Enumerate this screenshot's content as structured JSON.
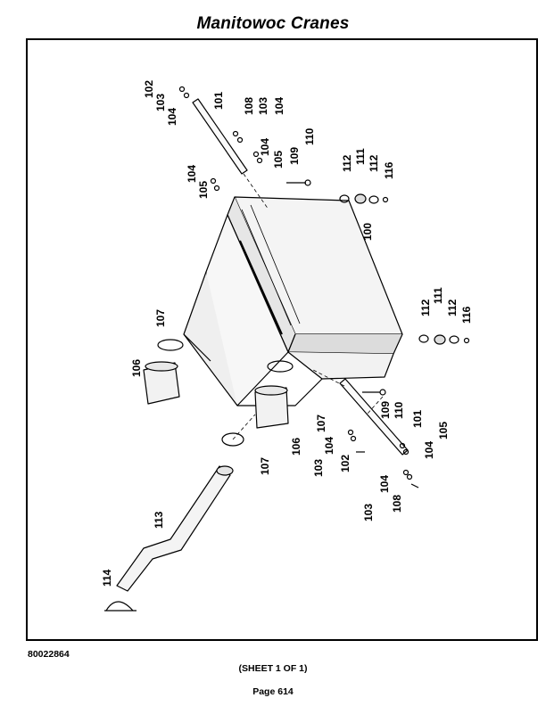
{
  "header": {
    "title": "Manitowoc Cranes"
  },
  "diagram": {
    "callouts": [
      {
        "text": "102"
      },
      {
        "text": "103"
      },
      {
        "text": "104"
      },
      {
        "text": "101"
      },
      {
        "text": "108"
      },
      {
        "text": "103"
      },
      {
        "text": "104"
      },
      {
        "text": "104"
      },
      {
        "text": "105"
      },
      {
        "text": "109"
      },
      {
        "text": "110"
      },
      {
        "text": "104"
      },
      {
        "text": "105"
      },
      {
        "text": "112"
      },
      {
        "text": "111"
      },
      {
        "text": "112"
      },
      {
        "text": "116"
      },
      {
        "text": "100"
      },
      {
        "text": "112"
      },
      {
        "text": "111"
      },
      {
        "text": "112"
      },
      {
        "text": "116"
      },
      {
        "text": "107"
      },
      {
        "text": "106"
      },
      {
        "text": "107"
      },
      {
        "text": "106"
      },
      {
        "text": "109"
      },
      {
        "text": "110"
      },
      {
        "text": "101"
      },
      {
        "text": "104"
      },
      {
        "text": "103"
      },
      {
        "text": "102"
      },
      {
        "text": "104"
      },
      {
        "text": "105"
      },
      {
        "text": "107"
      },
      {
        "text": "104"
      },
      {
        "text": "103"
      },
      {
        "text": "108"
      },
      {
        "text": "113"
      },
      {
        "text": "114"
      }
    ]
  },
  "footer": {
    "doc_number": "80022864",
    "sheet": "(SHEET 1 OF 1)",
    "page": "Page 614"
  }
}
